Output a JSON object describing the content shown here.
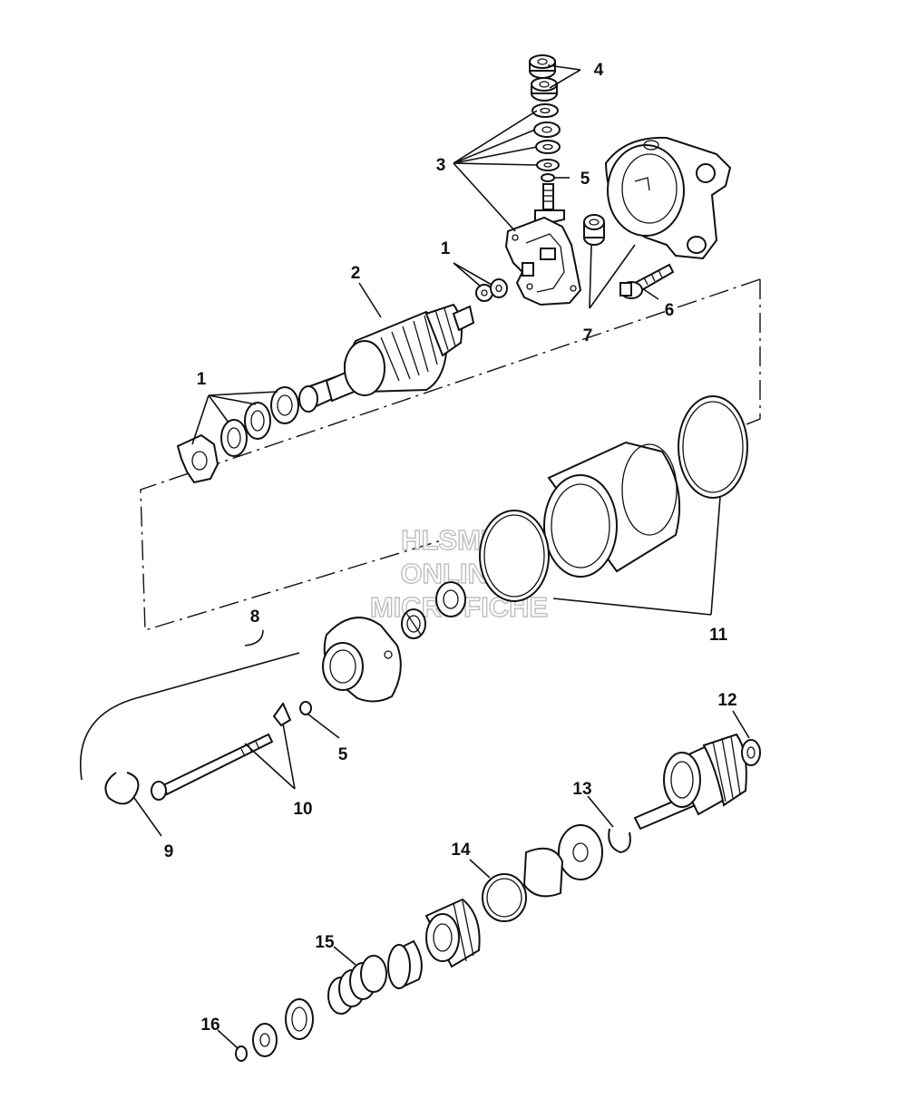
{
  "watermark": {
    "line1": "HLSM'S",
    "line2": "ONLINE",
    "line3": "MICROFICHE"
  },
  "callouts": [
    {
      "id": "c4",
      "label": "4"
    },
    {
      "id": "c3",
      "label": "3"
    },
    {
      "id": "c5a",
      "label": "5"
    },
    {
      "id": "c1a",
      "label": "1"
    },
    {
      "id": "c2",
      "label": "2"
    },
    {
      "id": "c6",
      "label": "6"
    },
    {
      "id": "c7",
      "label": "7"
    },
    {
      "id": "c1b",
      "label": "1"
    },
    {
      "id": "c8",
      "label": "8"
    },
    {
      "id": "c11",
      "label": "11"
    },
    {
      "id": "c5b",
      "label": "5"
    },
    {
      "id": "c10",
      "label": "10"
    },
    {
      "id": "c9",
      "label": "9"
    },
    {
      "id": "c12",
      "label": "12"
    },
    {
      "id": "c13",
      "label": "13"
    },
    {
      "id": "c14",
      "label": "14"
    },
    {
      "id": "c15",
      "label": "15"
    },
    {
      "id": "c16",
      "label": "16"
    }
  ]
}
